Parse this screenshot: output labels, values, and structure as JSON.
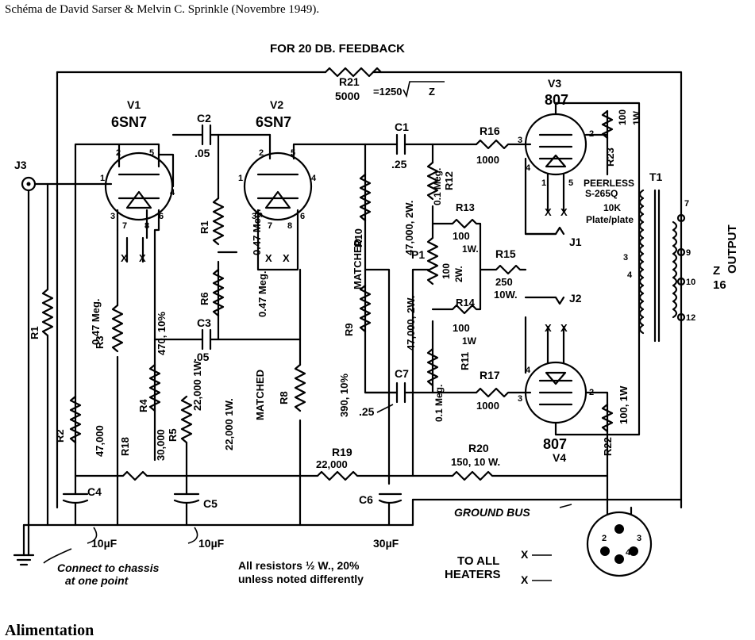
{
  "caption": "Schéma de David Sarser & Melvin C. Sprinkle (Novembre 1949).",
  "footer": "Alimentation",
  "labels": {
    "feedback": "FOR 20 DB. FEEDBACK",
    "r21_name": "R21",
    "r21_val": "5000",
    "r21_formula": "=1250",
    "r21_sqrt": "Z",
    "v1": "V1",
    "v1_type": "6SN7",
    "v2": "V2",
    "v2_type": "6SN7",
    "v3": "V3",
    "v3_type": "807",
    "v4": "V4",
    "v4_type": "807",
    "c2": "C2",
    "c2_val": ".05",
    "c1": "C1",
    "c1_val": ".25",
    "c3": "C3",
    "c3_val": ".05",
    "c7": "C7",
    "c7_val": ".25",
    "c4": "C4",
    "c4_val": "10µF",
    "c5": "C5",
    "c5_val": "10µF",
    "c6": "C6",
    "c6_val": "30µF",
    "j3": "J3",
    "r1a": "R1",
    "r1a_val": "0.47 Meg.",
    "r1b": "R1",
    "r1b_val": "0.47 Meg.",
    "r2": "R2",
    "r2_val": "47,000",
    "r3": "R3",
    "r3_val": "470, 10%",
    "r4": "R4",
    "r4_val": "22,000 1W",
    "r5": "R5",
    "r5_val": "22,000 1W.",
    "matched1": "MATCHED",
    "r6": "R6",
    "r6_val": "0.47 Meg.",
    "r8": "R8",
    "r8_val": "390, 10%",
    "r18": "R18",
    "r18_val": "30,000",
    "r9": "R9",
    "r9_val": "47,000, 2W.",
    "r10": "R10",
    "r10_val": "47,000, 2W.",
    "matched2": "MATCHED",
    "r11": "R11",
    "r11_val": "0.1 Meg.",
    "r12": "R12",
    "r12_val": "0.1 Meg.",
    "r13": "R13",
    "r13_val": "100",
    "r13_w": "1W.",
    "r14": "R14",
    "r14_val": "100",
    "r14_w": "1W",
    "r15": "R15",
    "r15_val": "250",
    "r15_w": "10W.",
    "p1": "P1",
    "p1_val": "100",
    "p1_w": "2W.",
    "r16": "R16",
    "r16_val": "1000",
    "r17": "R17",
    "r17_val": "1000",
    "r19": "R19",
    "r19_val": "22,000",
    "r20": "R20",
    "r20_val": "150, 10 W.",
    "r22": "R22",
    "r22_val": "100, 1W",
    "r23": "R23",
    "r23_val": "100",
    "r23_w": "1W.",
    "j1": "J1",
    "j2": "J2",
    "t1": "T1",
    "peerless1": "PEERLESS",
    "peerless2": "S-265Q",
    "peerless3": "10K",
    "peerless4": "Plate/plate",
    "output": "OUTPUT",
    "z": "Z",
    "z_val": "16",
    "ground_bus": "GROUND BUS",
    "connect1": "Connect to chassis",
    "connect2": "at one point",
    "all_res1": "All resistors ½ W., 20%",
    "all_res2": "unless noted differently",
    "heaters1": "TO ALL",
    "heaters2": "HEATERS",
    "x": "X",
    "pin1": "1",
    "pin2": "2",
    "pin3": "3",
    "pin4": "4",
    "pin5": "5",
    "pin6": "6",
    "pin7": "7",
    "pin8": "8",
    "pin9": "9",
    "pin10": "10",
    "pin12": "12"
  }
}
